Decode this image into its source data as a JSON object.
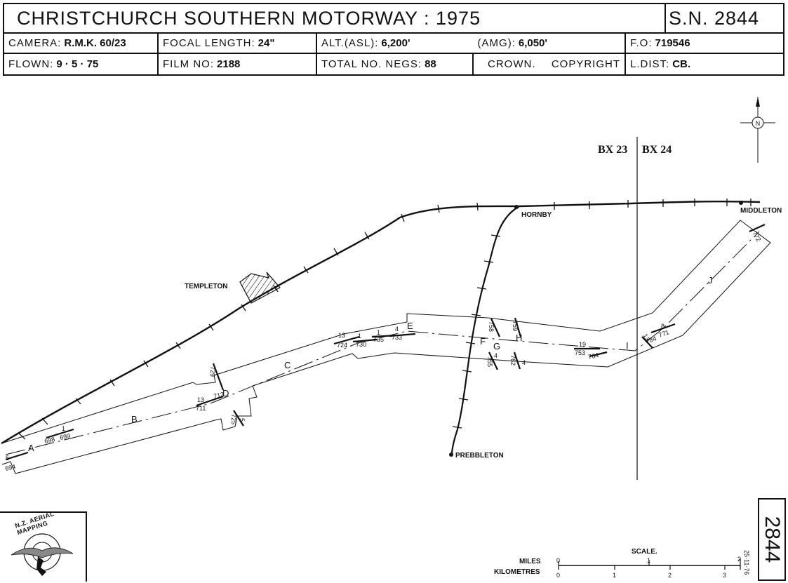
{
  "header": {
    "title": "CHRISTCHURCH   SOUTHERN   MOTORWAY : 1975",
    "sn": "S.N. 2844",
    "camera_label": "CAMERA:",
    "camera_value": "R.M.K. 60/23",
    "focal_label": "FOCAL  LENGTH:",
    "focal_value": "24\"",
    "alt_asl_label": "ALT.(ASL):",
    "alt_asl_value": "6,200'",
    "alt_amg_label": "(AMG):",
    "alt_amg_value": "6,050'",
    "fo_label": "F.O:",
    "fo_value": "719546",
    "flown_label": "FLOWN:",
    "flown_value": "9 · 5 · 75",
    "film_label": "FILM  NO:",
    "film_value": "2188",
    "negs_label": "TOTAL  NO.  NEGS:",
    "negs_value": "88",
    "crown": "CROWN.",
    "copyright": "COPYRIGHT",
    "ldist_label": "L.DIST:",
    "ldist_value": "CB."
  },
  "places": {
    "hornby": "HORNBY",
    "middleton": "MIDDLETON",
    "templeton": "TEMPLETON",
    "prebbleton": "PREBBLETON"
  },
  "grid": {
    "left": "BX 23",
    "right": "BX 24"
  },
  "north": "N",
  "run_letters": [
    "A",
    "B",
    "C",
    "D",
    "E",
    "F",
    "G",
    "H",
    "I",
    "J"
  ],
  "photo_numbers": {
    "n694": "694",
    "n698": "698",
    "n699": "699",
    "n1a": "1",
    "n5a": "5",
    "n711": "711",
    "n712": "712",
    "n13a": "13",
    "n725": "725",
    "n5b": "5",
    "n729": "729",
    "n724": "724",
    "n13b": "13",
    "n730": "730",
    "n1b": "1",
    "n735": "735",
    "n1c": "1",
    "n733": "733",
    "n4a": "4",
    "n758": "758",
    "n759": "759",
    "n755": "755",
    "n4b": "4",
    "n762": "762",
    "n4c": "4",
    "n753": "753",
    "n19": "19",
    "n764": "764",
    "n784": "784",
    "n13c": "13",
    "n771": "771",
    "n8": "8",
    "n772": "772"
  },
  "scale": {
    "title": "SCALE.",
    "miles_label": "MILES",
    "km_label": "KILOMETRES",
    "miles_ticks": [
      "0",
      "1",
      "2"
    ],
    "km_ticks": [
      "0",
      "1",
      "2",
      "3"
    ],
    "date": "25·11·76"
  },
  "logo": {
    "text": "N.Z. AERIAL MAPPING"
  },
  "badge": "2844"
}
